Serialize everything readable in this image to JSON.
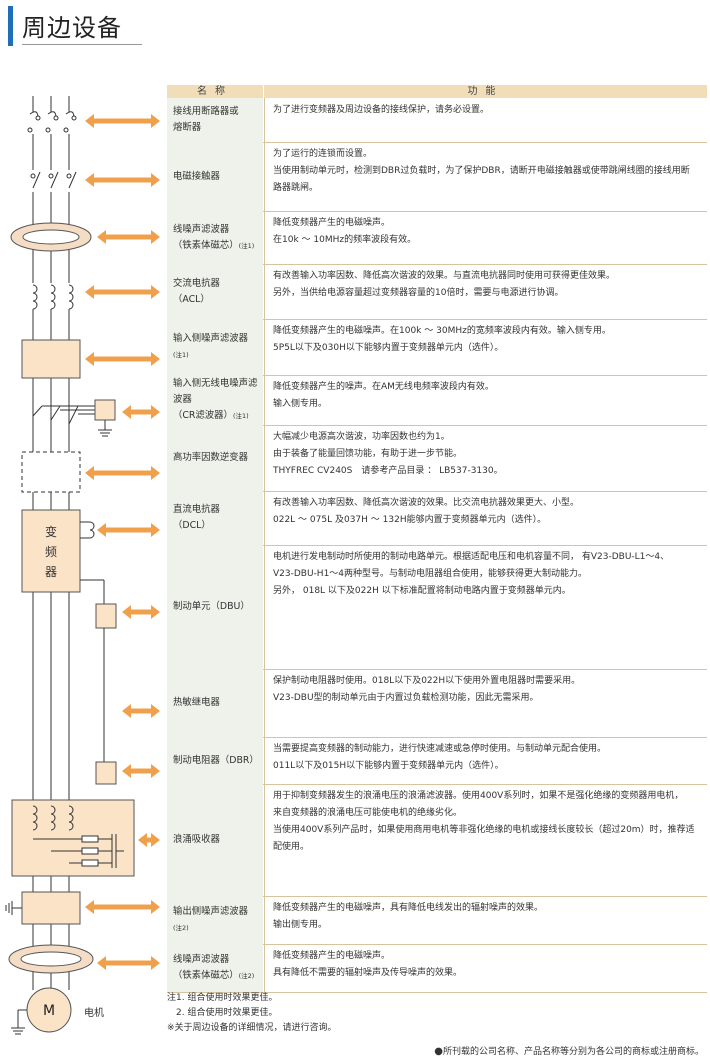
{
  "header": {
    "title": "周边设备"
  },
  "table": {
    "col_name": "名称",
    "col_func": "功能",
    "rows": [
      {
        "name": [
          "接线用断路器或",
          "熔断器"
        ],
        "note": "",
        "func": [
          "为了进行变频器及周边设备的接线保护，请务必设置。"
        ]
      },
      {
        "name": [
          "电磁接触器"
        ],
        "note": "",
        "func": [
          "为了运行的连锁而设置。",
          "当使用制动单元时，检测到DBR过负载时，为了保护DBR，请断开电磁接触器或使带跳闸线圈的接线用断",
          "路器跳闸。"
        ]
      },
      {
        "name": [
          "线噪声滤波器",
          "（铁素体磁芯）"
        ],
        "note": "(注1)",
        "func": [
          "降低变频器产生的电磁噪声。",
          "在10k ～ 10MHz的频率波段有效。"
        ]
      },
      {
        "name": [
          "交流电抗器",
          "（ACL）"
        ],
        "note": "",
        "func": [
          "有改善输入功率因数、降低高次谐波的效果。与直流电抗器同时使用可获得更佳效果。",
          "另外，当供给电源容量超过变频器容量的10倍时，需要与电源进行协调。"
        ]
      },
      {
        "name": [
          "输入侧噪声滤波器",
          ""
        ],
        "note": "(注1)",
        "func": [
          "降低变频器产生的电磁噪声。在100k ～ 30MHz的宽频率波段内有效。输入侧专用。",
          "5P5L以下及030H以下能够内置于变频器单元内（选件）。"
        ]
      },
      {
        "name": [
          "输入侧无线电噪声滤波器",
          "（CR滤波器）"
        ],
        "note": "(注1)",
        "func": [
          "降低变频器产生的噪声。在AM无线电频率波段内有效。",
          "输入侧专用。"
        ]
      },
      {
        "name": [
          "高功率因数逆变器"
        ],
        "note": "",
        "func": [
          "大幅减少电源高次谐波，功率因数也约为1。",
          "由于装备了能量回馈功能，有助于进一步节能。",
          "THYFREC CV240S　请参考产品目录 ： LB537-3130。"
        ]
      },
      {
        "name": [
          "直流电抗器",
          "（DCL）"
        ],
        "note": "",
        "func": [
          "有改善输入功率因数、降低高次谐波的效果。比交流电抗器效果更大、小型。",
          "022L ～ 075L 及037H ～ 132H能够内置于变频器单元内（选件）。"
        ]
      },
      {
        "name": [
          "制动单元（DBU）"
        ],
        "note": "",
        "func": [
          "电机进行发电制动时所使用的制动电路单元。根据适配电压和电机容量不同， 有V23-DBU-L1～4、",
          "V23-DBU-H1～4两种型号。与制动电阻器组合使用，能够获得更大制动能力。",
          "另外， 018L 以下及022H 以下标准配置将制动电路内置于变频器单元内。"
        ]
      },
      {
        "name": [
          "热敏继电器"
        ],
        "note": "",
        "func": [
          "保护制动电阻器时使用。018L以下及022H以下使用外置电阻器时需要采用。",
          "V23-DBU型的制动单元由于内置过负载检测功能，因此无需采用。"
        ]
      },
      {
        "name": [
          "制动电阻器（DBR）"
        ],
        "note": "",
        "func": [
          "当需要提高变频器的制动能力，进行快速减速或急停时使用。与制动单元配合使用。",
          "011L以下及015H以下能够内置于变频器单元内（选件）。"
        ]
      },
      {
        "name": [
          "浪涌吸收器"
        ],
        "note": "",
        "func": [
          "用于抑制变频器发生的浪涌电压的浪涌滤波器。使用400V系列时，如果不是强化绝缘的变频器用电机，",
          "来自变频器的浪涌电压可能使电机的绝缘劣化。",
          "当使用400V系列产品时，如果使用商用电机等非强化绝缘的电机或接线长度较长（超过20m）时，推荐适",
          "配使用。"
        ]
      },
      {
        "name": [
          "输出侧噪声滤波器",
          ""
        ],
        "note": "(注2)",
        "func": [
          "降低变频器产生的电磁噪声，具有降低电线发出的辐射噪声的效果。",
          "输出侧专用。"
        ]
      },
      {
        "name": [
          "线噪声滤波器",
          "（铁素体磁芯）"
        ],
        "note": "(注2)",
        "func": [
          "降低变频器产生的电磁噪声。",
          "具有降低不需要的辐射噪声及传导噪声的效果。"
        ]
      }
    ]
  },
  "diagram": {
    "inverter_label": [
      "变",
      "频",
      "器"
    ],
    "motor_label": "M",
    "motor_text": "电机",
    "colors": {
      "box_fill": "#fbe3c8",
      "box_stroke": "#555555",
      "arrow": "#f0a04b",
      "ferrite": "#f5dcc4"
    }
  },
  "notes": [
    "注1. 组合使用时效果更佳。",
    "　2. 组合使用时效果更佳。",
    "※关于周边设备的详细情况，请进行咨询。"
  ],
  "footer": {
    "text": "所刊载的公司名称、产品名称等分别为各公司的商标或注册商标。"
  }
}
